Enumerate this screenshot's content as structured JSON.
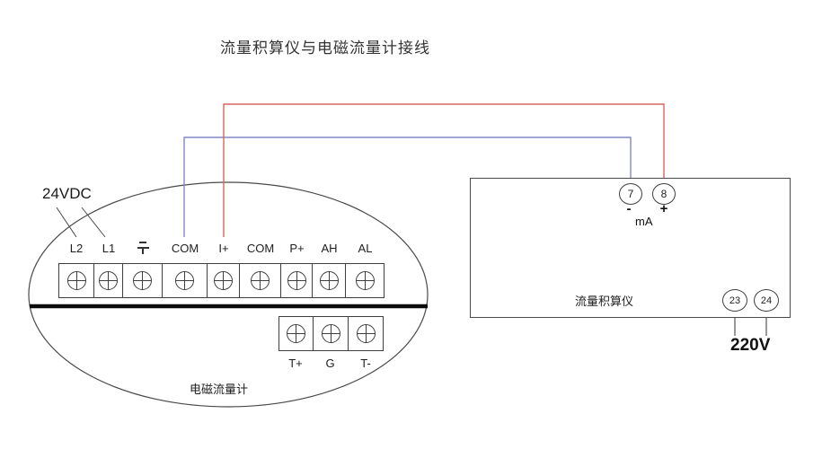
{
  "title": "流量积算仪与电磁流量计接线",
  "colors": {
    "wire_blue": "#8087c7",
    "wire_red": "#d96560",
    "outline": "#4a4a4a"
  },
  "flowmeter": {
    "name": "电磁流量计",
    "supply_label": "24VDC",
    "row1_labels": [
      "L2",
      "L1",
      "",
      "COM",
      "I+",
      "COM",
      "P+",
      "AH",
      "AL"
    ],
    "row1_ground_icon": "chassis-ground-icon",
    "row2_labels": [
      "T+",
      "G",
      "T-"
    ]
  },
  "totalizer": {
    "name": "流量积算仪",
    "output_terminals": [
      "7",
      "8"
    ],
    "output_polarity": [
      "-",
      "+"
    ],
    "output_unit": "mA",
    "power_terminals": [
      "23",
      "24"
    ],
    "power_label": "220V"
  },
  "connections": [
    {
      "from": "COM",
      "to": "7",
      "wire": "blue"
    },
    {
      "from": "I+",
      "to": "8",
      "wire": "red"
    }
  ]
}
